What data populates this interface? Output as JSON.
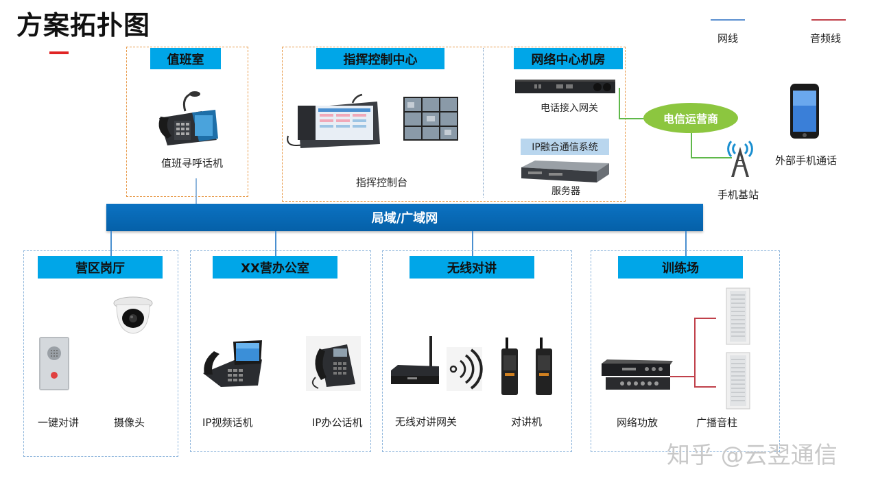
{
  "title": "方案拓扑图",
  "legend": [
    {
      "label": "网线",
      "color": "#5a8fd0"
    },
    {
      "label": "音频线",
      "color": "#c0404a"
    }
  ],
  "zones": {
    "duty_room": {
      "header": "值班室",
      "devices": [
        "值班寻呼话机"
      ]
    },
    "command_center": {
      "header": "指挥控制中心",
      "devices": [
        "指挥控制台"
      ]
    },
    "network_room": {
      "header": "网络中心机房",
      "devices": [
        "电话接入网关",
        "服务器"
      ],
      "sublabel": "IP融合通信系统"
    },
    "camp_post": {
      "header": "营区岗厅",
      "devices": [
        "一键对讲",
        "摄像头"
      ]
    },
    "xx_office": {
      "header": "XX营办公室",
      "devices": [
        "IP视频话机",
        "IP办公话机"
      ]
    },
    "wireless": {
      "header": "无线对讲",
      "devices": [
        "无线对讲网关",
        "对讲机"
      ]
    },
    "training": {
      "header": "训练场",
      "devices": [
        "网络功放",
        "广播音柱"
      ]
    }
  },
  "network": "局域/广域网",
  "carrier": "电信运营商",
  "base_station": "手机基站",
  "external_phone": "外部手机通话",
  "watermark": "知乎 @云翌通信"
}
